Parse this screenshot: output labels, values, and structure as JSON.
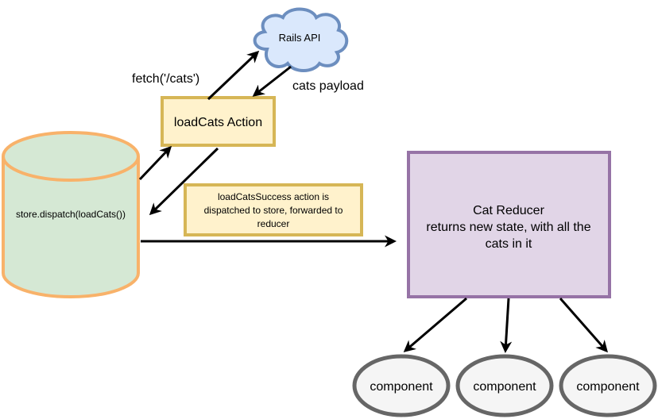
{
  "nodes": {
    "rails_api": {
      "label": "Rails API",
      "fill": "#dae8fc",
      "stroke": "#6c8ebf"
    },
    "load_cats_action": {
      "label": "loadCats Action",
      "fill": "#fff2cc",
      "stroke": "#d6b656"
    },
    "store": {
      "label": "store.dispatch(loadCats())",
      "fill": "#d5e8d4",
      "stroke": "#f8b26a"
    },
    "success_note": {
      "lines": [
        "loadCatsSuccess action is",
        "dispatched to store, forwarded to",
        "reducer"
      ],
      "fill": "#fff2cc",
      "stroke": "#d6b656"
    },
    "cat_reducer": {
      "lines": [
        "Cat Reducer",
        "returns new state, with all the",
        "cats in it"
      ],
      "fill": "#e1d5e7",
      "stroke": "#9673a6"
    },
    "components": [
      {
        "label": "component"
      },
      {
        "label": "component"
      },
      {
        "label": "component"
      }
    ],
    "component_style": {
      "fill": "#f5f5f5",
      "stroke": "#666666"
    }
  },
  "edge_labels": {
    "fetch": "fetch('/cats')",
    "payload": "cats payload"
  }
}
